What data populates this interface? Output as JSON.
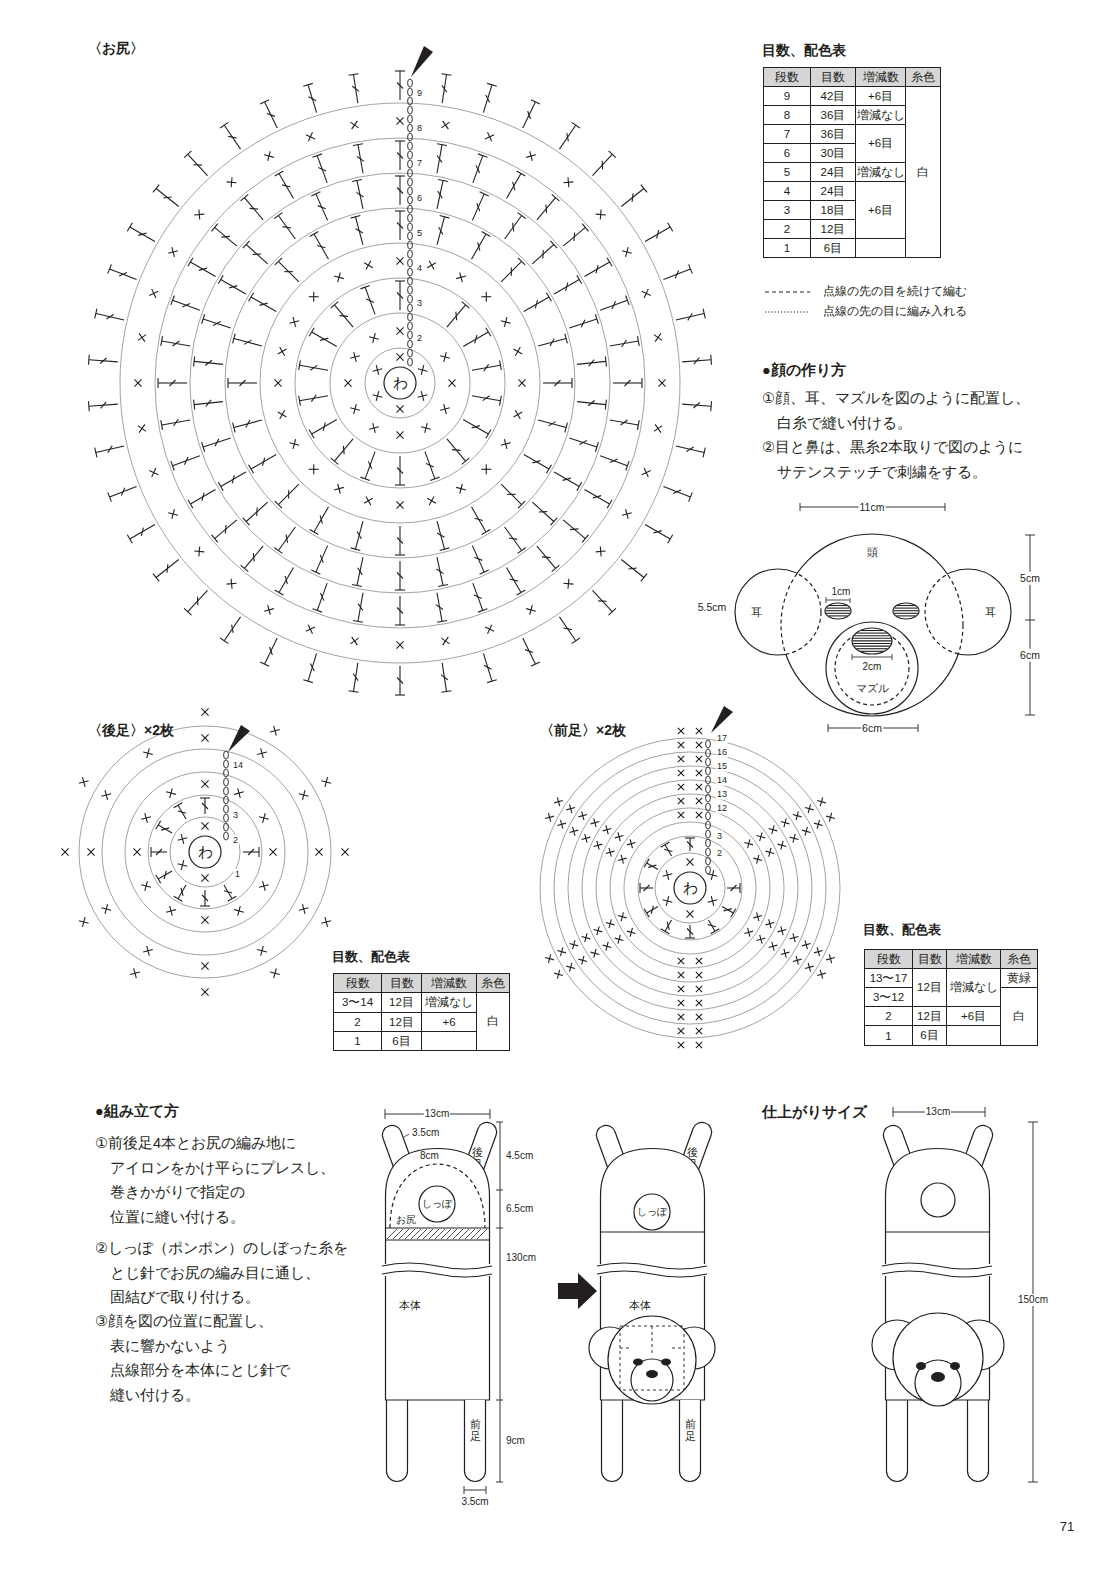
{
  "diagram": {
    "nodes": [
      {
        "text": [
          "わ"
        ]
      },
      {
        "text": [
          "頭"
        ]
      },
      {
        "text": [
          "耳"
        ]
      },
      {
        "text": [
          "耳"
        ]
      },
      {
        "text": [
          "マズル"
        ],
        "in": 1
      },
      {
        "text": [
          "わ"
        ]
      },
      {
        "text": [
          "わ"
        ]
      },
      {
        "text": [
          "後足"
        ]
      },
      {
        "text": [
          "本体"
        ]
      },
      {
        "text": [
          "お尻"
        ],
        "in": 8
      },
      {
        "text": [
          "しっぽ"
        ],
        "in": 9
      },
      {
        "text": [
          "前足"
        ]
      },
      {
        "text": [
          "後足"
        ]
      },
      {
        "text": [
          "本体"
        ]
      },
      {
        "text": [
          "しっぽ"
        ],
        "in": 13
      },
      {
        "text": [
          "前足"
        ]
      }
    ],
    "labels": [
      "〈お尻〉",
      "目数、配色表",
      "段数",
      "目数",
      "増減数",
      "糸色",
      "9",
      "42目",
      "+6目",
      "8",
      "36目",
      "増減なし",
      "7",
      "36目",
      "+6目",
      "6",
      "30目",
      "5",
      "24目",
      "増減なし",
      "4",
      "24目",
      "+6目",
      "3",
      "18目",
      "2",
      "12目",
      "1",
      "6目",
      "白",
      "●顔の作り方",
      "①顔、耳、マズルを図のように配置し、 白糸で縫い付ける。",
      "②目と鼻は、黒糸2本取りで図のように サテンステッチで刺繍をする。",
      "11cm",
      "5cm",
      "6cm",
      "5.5cm",
      "1cm",
      "2cm",
      "6cm",
      "9",
      "8",
      "7",
      "6",
      "5",
      "4",
      "3",
      "2",
      "〈後足〉×2枚",
      "14",
      "3",
      "2",
      "1",
      "〈前足〉×2枚",
      "17",
      "16",
      "15",
      "14",
      "13",
      "12",
      "3",
      "2",
      "目数、配色表",
      "段数",
      "目数",
      "増減数",
      "糸色",
      "3〜14",
      "12目",
      "増減なし",
      "2",
      "12目",
      "+6",
      "1",
      "6目",
      "白",
      "目数、配色表",
      "段数",
      "目数",
      "増減数",
      "糸色",
      "13〜17",
      "12目",
      "増減なし",
      "黄緑",
      "3〜12",
      "2",
      "12目",
      "+6目",
      "1",
      "6目",
      "白",
      "●組み立て方",
      "①前後足4本とお尻の編み地に アイロンをかけ平らにプレスし、 巻きかがりで指定の 位置に縫い付ける。",
      "②しっぽ（ポンポン）のしぼった糸を とじ針でお尻の編み目に通し、 固結びで取り付ける。",
      "③顔を図の位置に配置し、 表に響かないよう 点線部分を本体にとじ針で 縫い付ける。",
      "13cm",
      "3.5cm",
      "8cm",
      "4.5cm",
      "6.5cm",
      "130cm",
      "9cm",
      "3.5cm",
      "仕上がりサイズ",
      "13cm",
      "150cm",
      "71"
    ],
    "legend": [
      {
        "text": "点線の先の目を続けて編む"
      },
      {
        "text": "点線の先の目に編み入れる"
      }
    ]
  }
}
